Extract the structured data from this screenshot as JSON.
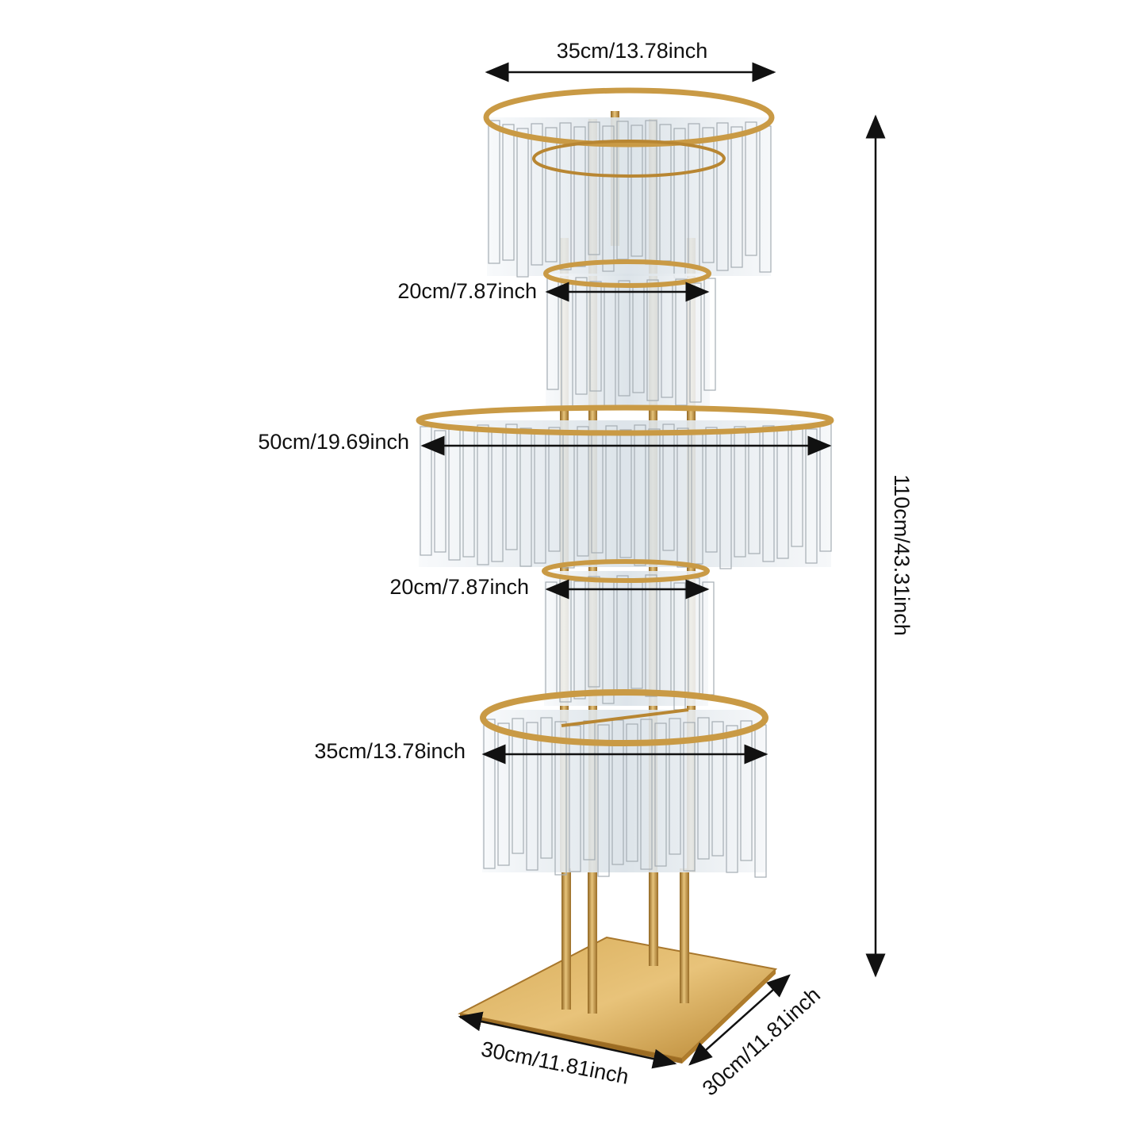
{
  "colors": {
    "background": "#ffffff",
    "gold": "#c99a45",
    "gold_light": "#e7c47b",
    "gold_dark": "#8f6420",
    "crystal": "#e9eef2",
    "crystal_edge": "#9aa3aa",
    "arrow": "#111111"
  },
  "dimensions": {
    "top_tier_width": "35cm/13.78inch",
    "upper_small_tier_width": "20cm/7.87inch",
    "middle_tier_width": "50cm/19.69inch",
    "lower_small_tier_width": "20cm/7.87inch",
    "bottom_tier_width": "35cm/13.78inch",
    "total_height": "110cm/43.31inch",
    "base_front_width": "30cm/11.81inch",
    "base_side_depth": "30cm/11.81inch"
  }
}
